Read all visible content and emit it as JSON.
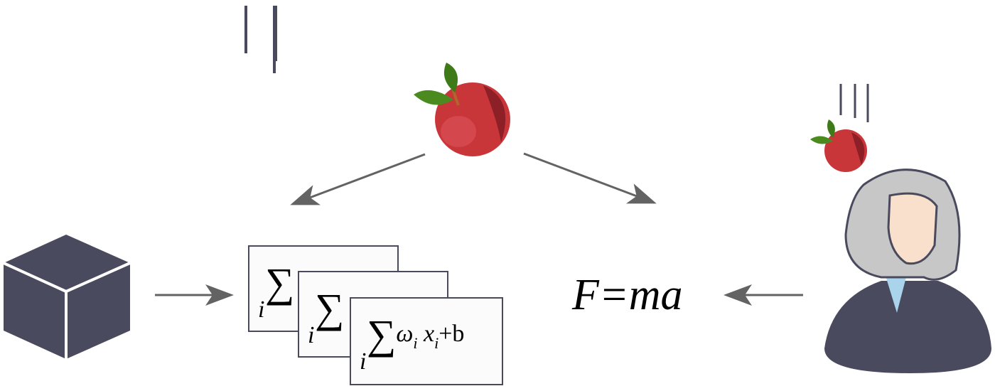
{
  "model": {
    "sigma": "∑",
    "index": "i",
    "weight": "ω",
    "input": "x",
    "bias": "+b",
    "sub": "i"
  },
  "law": "F=ma",
  "colors": {
    "dark": "#4a4a5e",
    "arrow": "#636363",
    "apple": "#c9363a",
    "leaf": "#4a8a1f"
  }
}
